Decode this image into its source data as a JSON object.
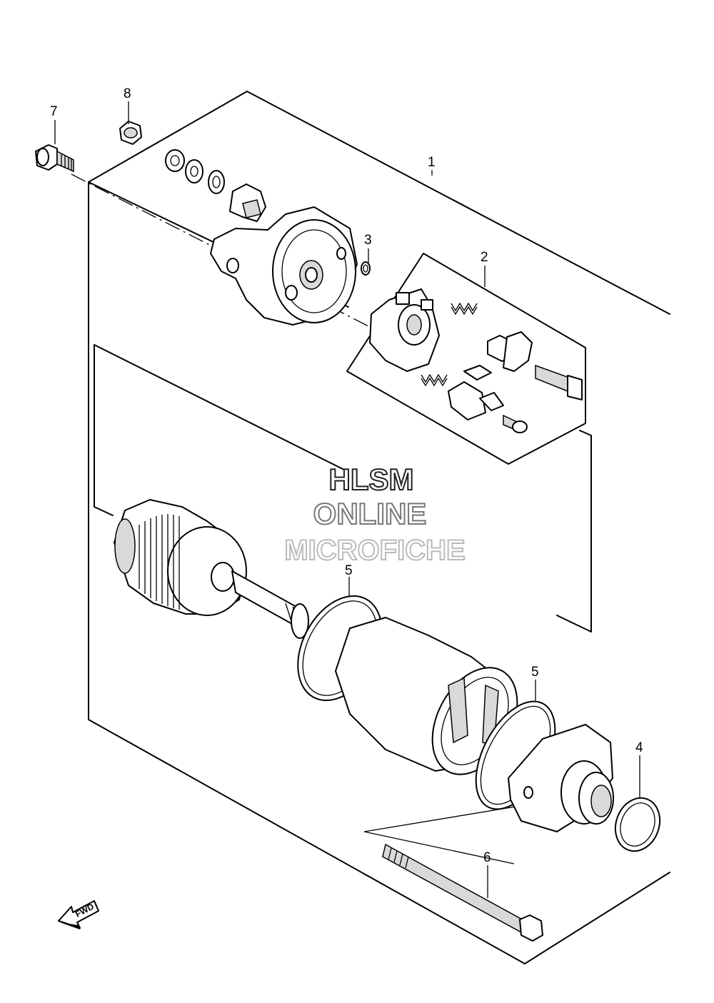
{
  "callouts": {
    "c1": "1",
    "c2": "2",
    "c3": "3",
    "c4": "4",
    "c5a": "5",
    "c5b": "5",
    "c6": "6",
    "c7": "7",
    "c8": "8"
  },
  "watermark": {
    "line1": "HLSM",
    "line2": "ONLINE",
    "line3": "MICROFICHE"
  },
  "direction_arrow": {
    "label": "FWD"
  },
  "colors": {
    "ink": "#000000",
    "watermark_line1": "#222222",
    "watermark_line2": "#777777",
    "watermark_line3": "#bbbbbb"
  }
}
